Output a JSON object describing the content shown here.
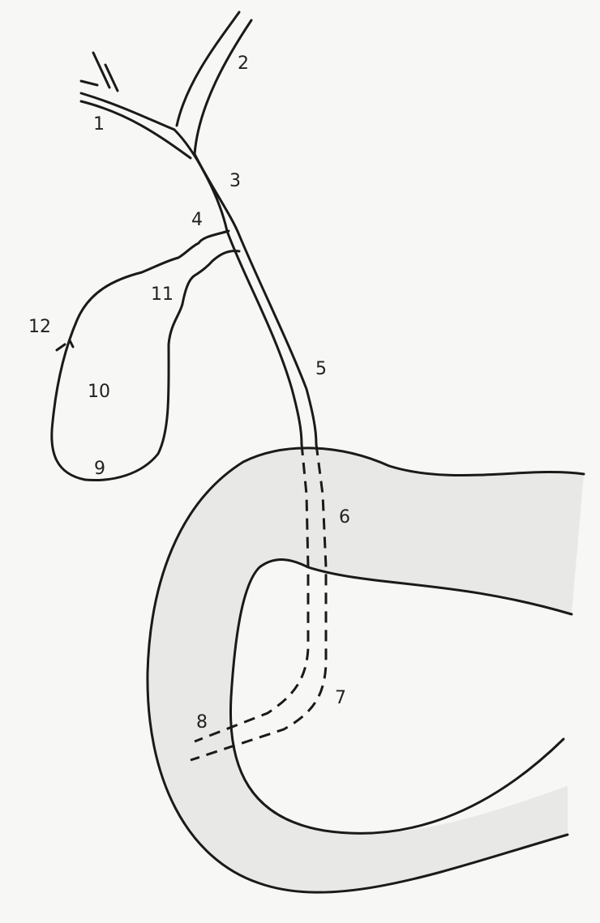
{
  "diagram": {
    "labels": [
      {
        "id": "1",
        "text": "1"
      },
      {
        "id": "2",
        "text": "2"
      },
      {
        "id": "3",
        "text": "3"
      },
      {
        "id": "4",
        "text": "4"
      },
      {
        "id": "5",
        "text": "5"
      },
      {
        "id": "6",
        "text": "6"
      },
      {
        "id": "7",
        "text": "7"
      },
      {
        "id": "8",
        "text": "8"
      },
      {
        "id": "9",
        "text": "9"
      },
      {
        "id": "10",
        "text": "10"
      },
      {
        "id": "11",
        "text": "11"
      },
      {
        "id": "12",
        "text": "12"
      }
    ],
    "colors": {
      "ink": "#1a1a1a",
      "shading": "#e8e8e6",
      "paper": "#f7f7f5"
    }
  }
}
